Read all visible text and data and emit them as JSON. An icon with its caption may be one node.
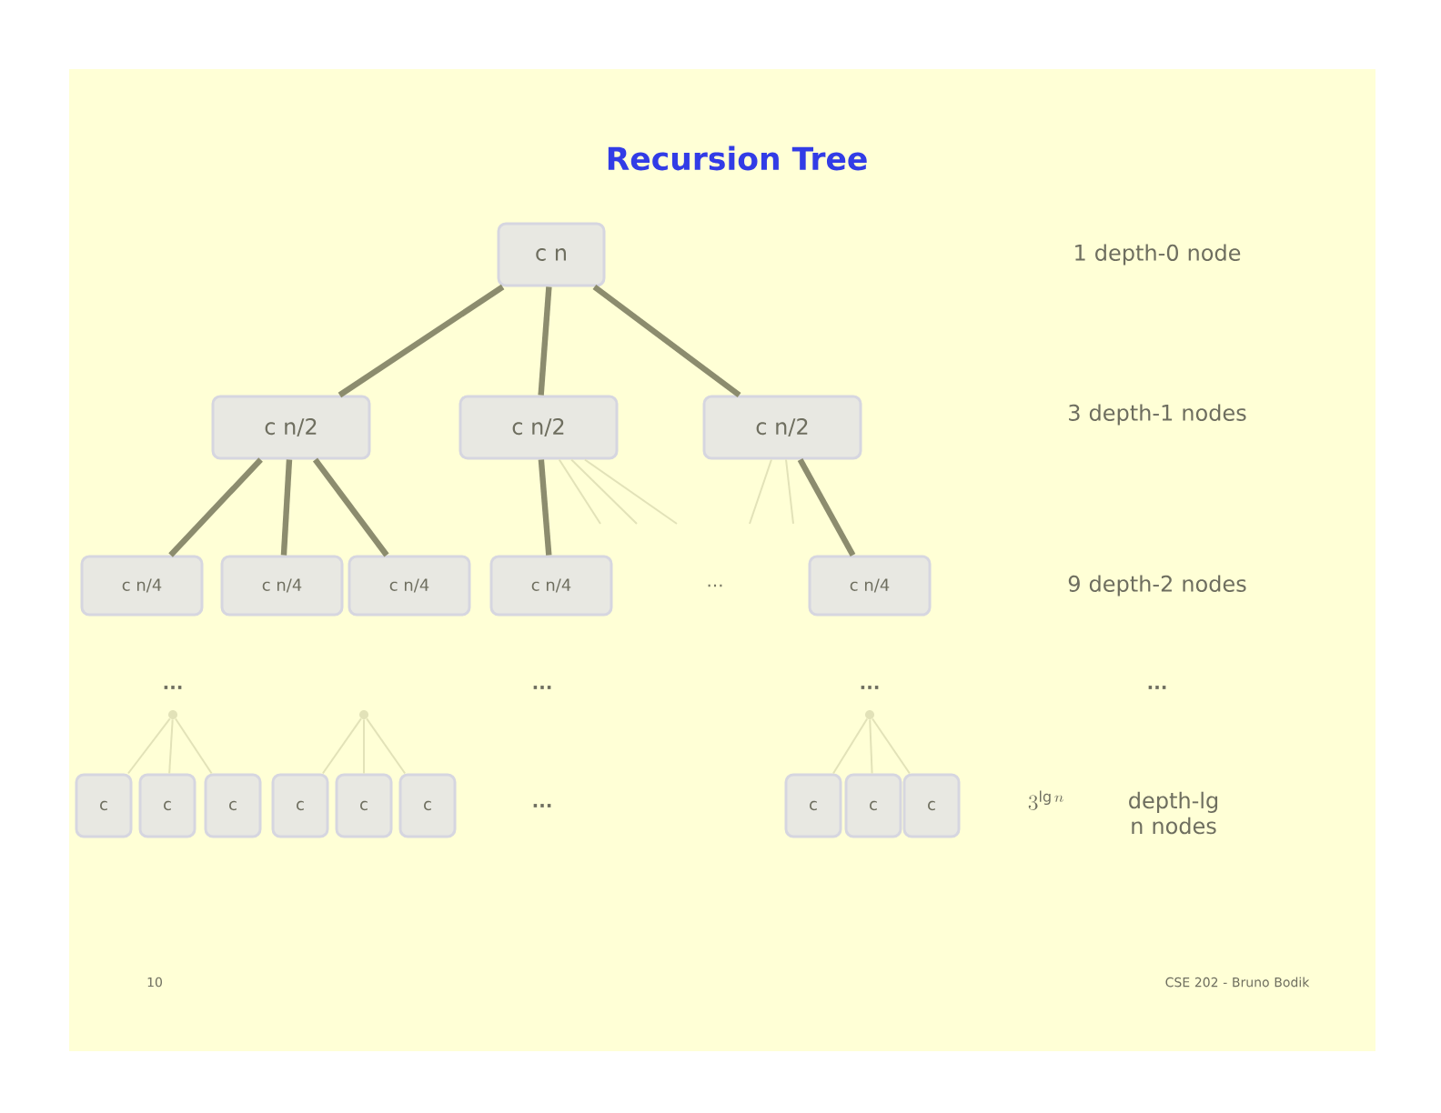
{
  "diagram": {
    "title": "Recursion Tree",
    "nodes": [
      {
        "text": [
          "c n"
        ]
      },
      {
        "text": [
          "c n/2"
        ]
      },
      {
        "text": [
          "c n/2"
        ]
      },
      {
        "text": [
          "c n/2"
        ]
      },
      {
        "text": [
          "c n/4"
        ]
      },
      {
        "text": [
          "c n/4"
        ]
      },
      {
        "text": [
          "c n/4"
        ]
      },
      {
        "text": [
          "c n/4"
        ]
      },
      {
        "text": [
          "..."
        ]
      },
      {
        "text": [
          "c n/4"
        ]
      },
      {
        "text": [],
        "shape": "circle"
      },
      {
        "text": [],
        "shape": "circle"
      },
      {
        "text": [],
        "shape": "circle"
      },
      {
        "text": [
          "c"
        ]
      },
      {
        "text": [
          "c"
        ]
      },
      {
        "text": [
          "c"
        ]
      },
      {
        "text": [
          "c"
        ]
      },
      {
        "text": [
          "c"
        ]
      },
      {
        "text": [
          "c"
        ]
      },
      {
        "text": [
          "c"
        ]
      },
      {
        "text": [
          "c"
        ]
      },
      {
        "text": [
          "c"
        ]
      }
    ],
    "edges": [
      {
        "from": 0,
        "to": 1,
        "arrow": "none",
        "style": "thick",
        "color": "#8c8c6e"
      },
      {
        "from": 0,
        "to": 2,
        "arrow": "none",
        "style": "thick",
        "color": "#8c8c6e"
      },
      {
        "from": 0,
        "to": 3,
        "arrow": "none",
        "style": "thick",
        "color": "#8c8c6e"
      },
      {
        "from": 1,
        "to": 4,
        "arrow": "none",
        "style": "thick",
        "color": "#8c8c6e"
      },
      {
        "from": 1,
        "to": 5,
        "arrow": "none",
        "style": "thick",
        "color": "#8c8c6e"
      },
      {
        "from": 1,
        "to": 6,
        "arrow": "none",
        "style": "thick",
        "color": "#8c8c6e"
      },
      {
        "from": 2,
        "to": 7,
        "arrow": "none",
        "style": "thick",
        "color": "#8c8c6e"
      },
      {
        "from": 2,
        "to": null,
        "arrow": "none"
      },
      {
        "from": 2,
        "to": null,
        "arrow": "none"
      },
      {
        "from": 2,
        "to": null,
        "arrow": "none"
      },
      {
        "from": 3,
        "to": null,
        "arrow": "none"
      },
      {
        "from": 3,
        "to": null,
        "arrow": "none"
      },
      {
        "from": 3,
        "to": 9,
        "arrow": "none",
        "style": "thick",
        "color": "#8c8c6e"
      },
      {
        "from": 10,
        "to": 13,
        "arrow": "none"
      },
      {
        "from": 10,
        "to": 14,
        "arrow": "none"
      },
      {
        "from": 10,
        "to": 15,
        "arrow": "none"
      },
      {
        "from": 11,
        "to": 16,
        "arrow": "none"
      },
      {
        "from": 11,
        "to": 17,
        "arrow": "none"
      },
      {
        "from": 11,
        "to": 18,
        "arrow": "none"
      },
      {
        "from": 12,
        "to": 19,
        "arrow": "none"
      },
      {
        "from": 12,
        "to": 20,
        "arrow": "none"
      },
      {
        "from": 12,
        "to": 21,
        "arrow": "none"
      }
    ],
    "labels": [
      "1 depth-0 node",
      "3 depth-1 nodes",
      "9 depth-2 nodes",
      "...",
      "...",
      "...",
      "...",
      "...",
      "3^{\\lg n}",
      "depth-lg n nodes",
      "10",
      "CSE 202 - Bruno Bodik"
    ]
  }
}
